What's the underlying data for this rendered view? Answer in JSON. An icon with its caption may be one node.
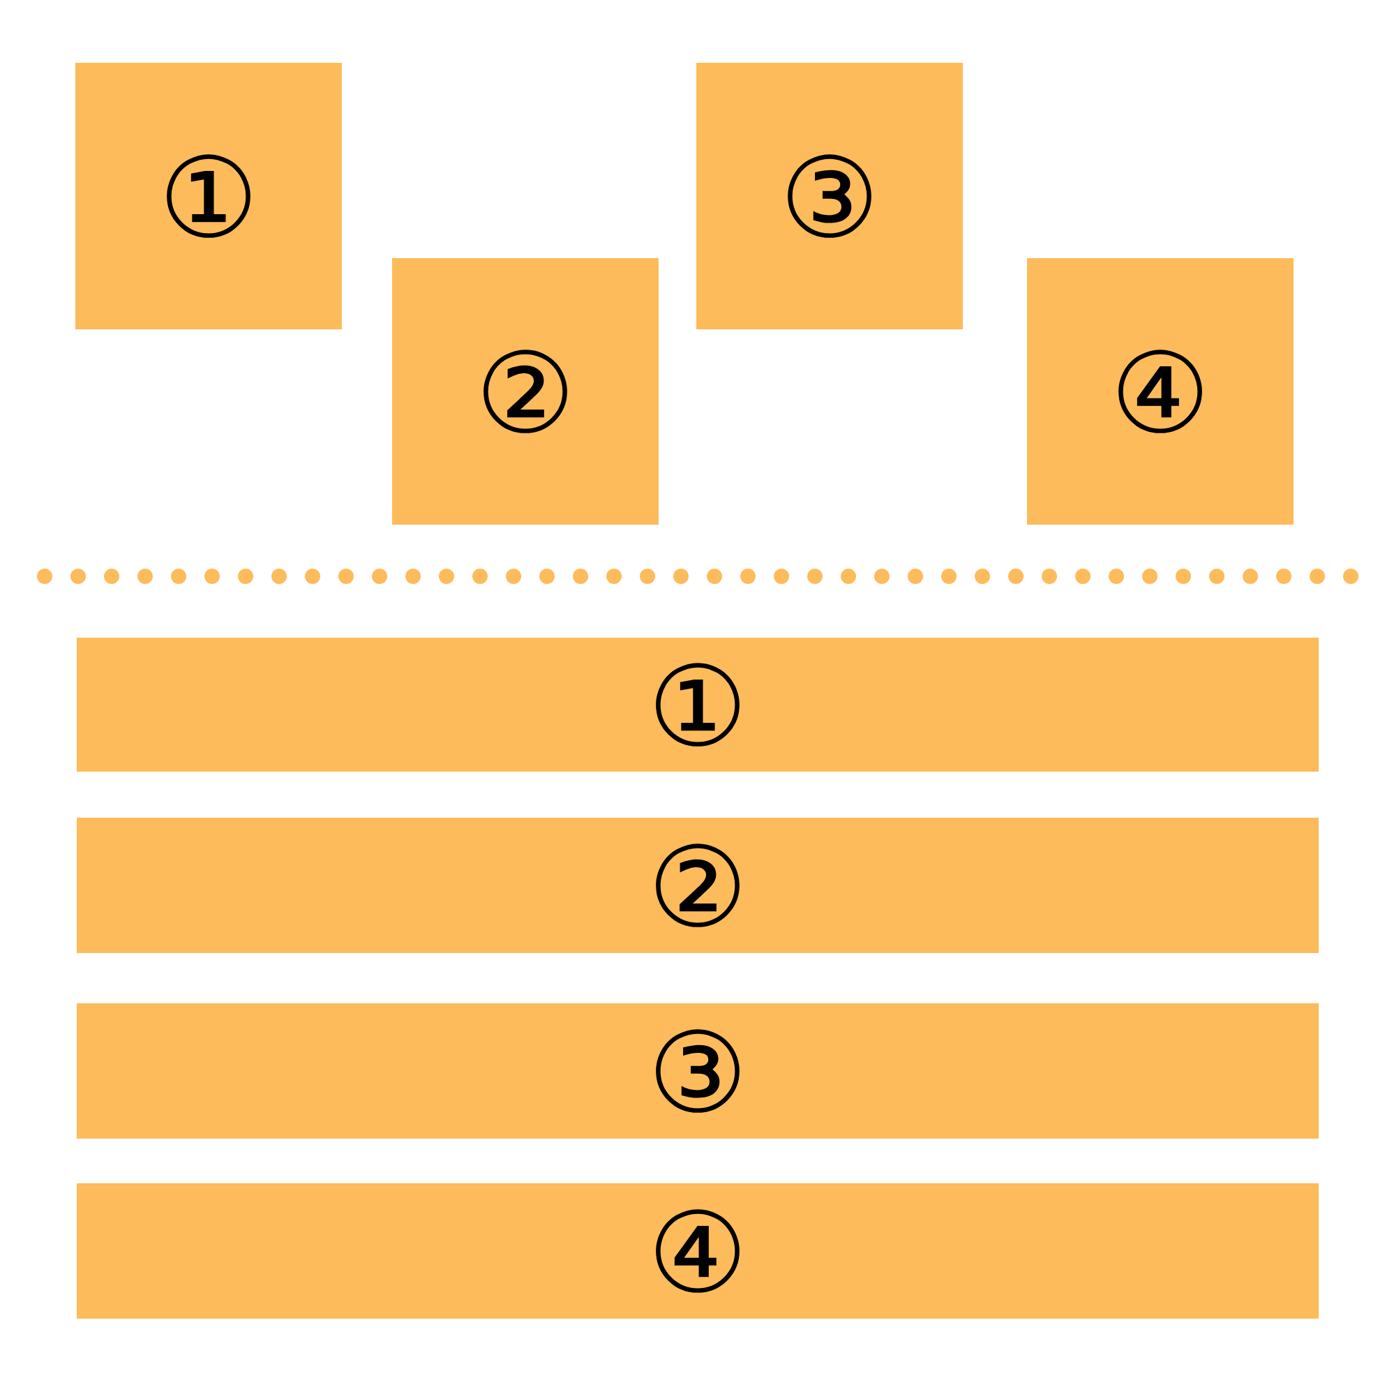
{
  "diagram": {
    "nodes": [
      {
        "text": [
          "①"
        ]
      },
      {
        "text": [
          "②"
        ]
      },
      {
        "text": [
          "③"
        ]
      },
      {
        "text": [
          "④"
        ]
      },
      {
        "text": [
          "①"
        ]
      },
      {
        "text": [
          "②"
        ]
      },
      {
        "text": [
          "③"
        ]
      },
      {
        "text": [
          "④"
        ]
      }
    ]
  }
}
